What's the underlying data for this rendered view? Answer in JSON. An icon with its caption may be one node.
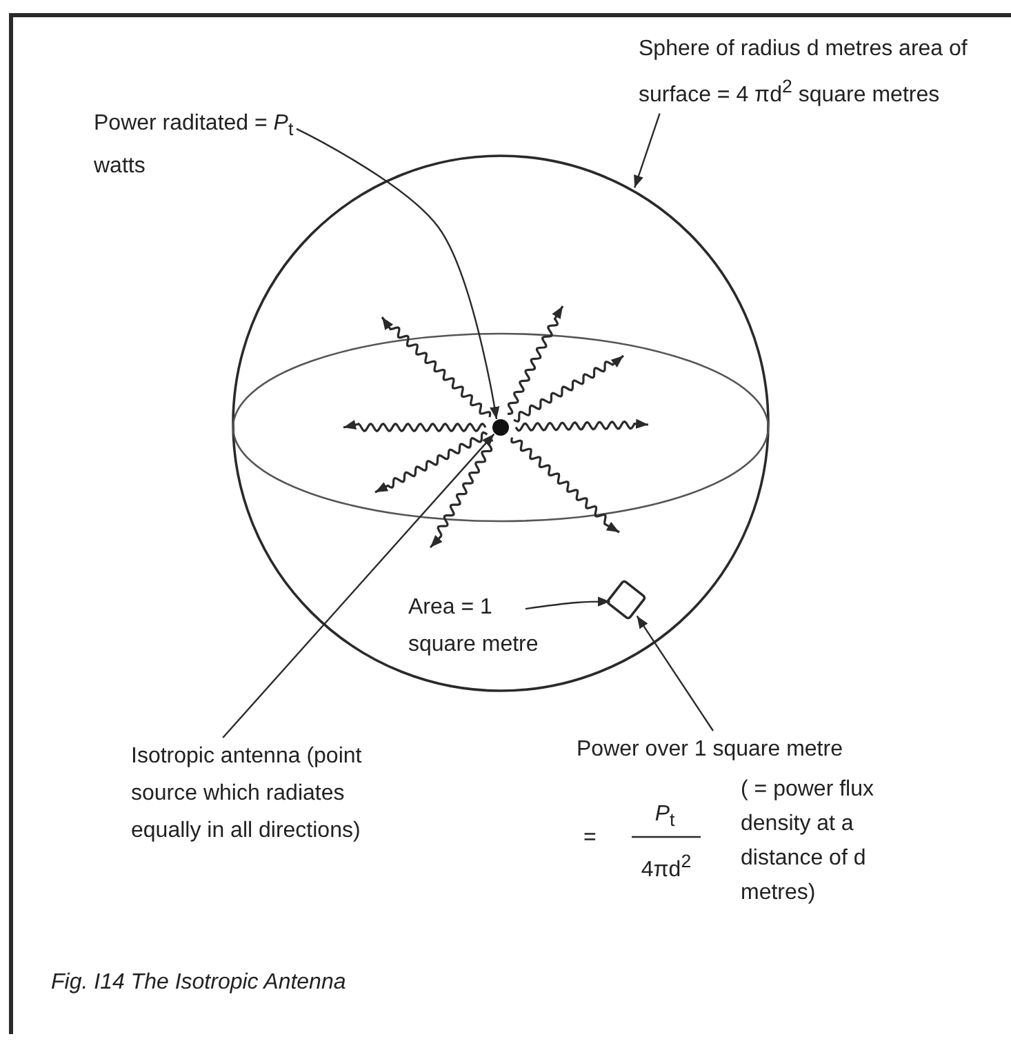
{
  "diagram": {
    "caption": "Fig. I14 The Isotropic Antenna",
    "nodes": [
      {
        "text": [
          "Power raditated = *P*$_{t}$ watts"
        ]
      },
      {
        "text": [
          "Sphere of radius d metres area of surface = 4  πd$^{2}$ square metres"
        ]
      },
      {
        "text": [],
        "shape": "circle"
      },
      {
        "text": [],
        "shape": "circle",
        "in": 2
      },
      {
        "text": [
          "Area = 1 square metre"
        ],
        "in": 2
      },
      {
        "text": [],
        "shape": "box",
        "in": 2
      },
      {
        "text": [
          "Isotropic antenna (point source which radiates equally in all directions)"
        ]
      },
      {
        "text": [
          "Power over 1 square metre"
        ]
      }
    ],
    "edges": [
      {
        "from": 0,
        "to": 3,
        "arrow": "to"
      },
      {
        "from": 1,
        "to": 2,
        "arrow": "to"
      },
      {
        "from": 6,
        "to": 3,
        "arrow": "to"
      },
      {
        "from": 4,
        "to": 5,
        "arrow": "to"
      },
      {
        "from": 7,
        "to": 5,
        "arrow": "to"
      },
      {
        "from": 3,
        "to": null,
        "arrow": "to"
      },
      {
        "from": 3,
        "to": null,
        "arrow": "to"
      },
      {
        "from": 3,
        "to": null,
        "arrow": "to"
      },
      {
        "from": 3,
        "to": null,
        "arrow": "to"
      },
      {
        "from": 3,
        "to": null,
        "arrow": "to"
      },
      {
        "from": 3,
        "to": null,
        "arrow": "to"
      },
      {
        "from": 3,
        "to": null,
        "arrow": "to"
      },
      {
        "from": 3,
        "to": null,
        "arrow": "to"
      }
    ],
    "labels": [
      "=",
      "*P*$_{t}$",
      "4πd$^{2}$",
      "( = power flux density at a distance of d metres)"
    ]
  }
}
